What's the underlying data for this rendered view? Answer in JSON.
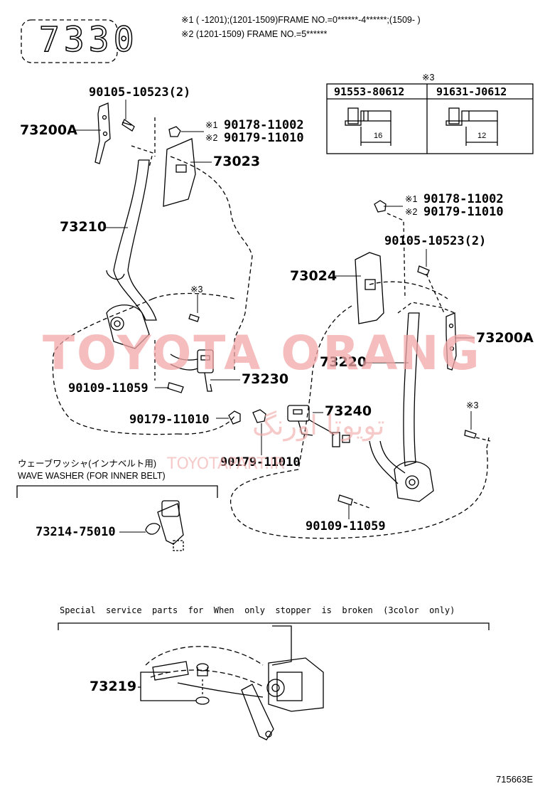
{
  "header": {
    "code_box": "7330",
    "note1": "※1 (        -1201);(1201-1509)FRAME NO.=0******-4******;(1509-        )",
    "note2": "※2 (1201-1509) FRAME NO.=5******"
  },
  "bolt_table": {
    "mark": "※3",
    "left_part": "91553-80612",
    "left_dim": "16",
    "right_part": "91631-J0612",
    "right_dim": "12"
  },
  "labels": {
    "p73200A_left": "73200A",
    "p90105_left": "90105-10523(2)",
    "p90178_left": "90178-11002",
    "p90179_left": "90179-11010",
    "mark1_left": "※1",
    "mark2_left": "※2",
    "p73023": "73023",
    "p73210": "73210",
    "mark3_left": "※3",
    "p73230": "73230",
    "p90109_left": "90109-11059",
    "p90179_bottom_left": "90179-11010",
    "p90179_bottom_mid": "90179-11010",
    "p73240": "73240",
    "mark1_right": "※1",
    "mark2_right": "※2",
    "p90178_right": "90178-11002",
    "p90179_right": "90179-11010",
    "p90105_right": "90105-10523(2)",
    "p73024": "73024",
    "p73200A_right": "73200A",
    "p73220": "73220",
    "mark3_right": "※3",
    "p90109_right": "90109-11059"
  },
  "wave_washer": {
    "title_jp": "ウェーブワッシャ(インナベルト用)",
    "title_en": "WAVE WASHER (FOR INNER BELT)",
    "part": "73214-75010"
  },
  "special": {
    "title": "Special  service  parts  for  When  only  stopper  is  broken  (3color  only)",
    "part": "73219"
  },
  "watermark": {
    "main": "TOYOTA ORANG",
    "persian": "تویوتا اورنگ",
    "site": "TOYOTAPART.IR"
  },
  "footer": {
    "code": "715663E"
  }
}
